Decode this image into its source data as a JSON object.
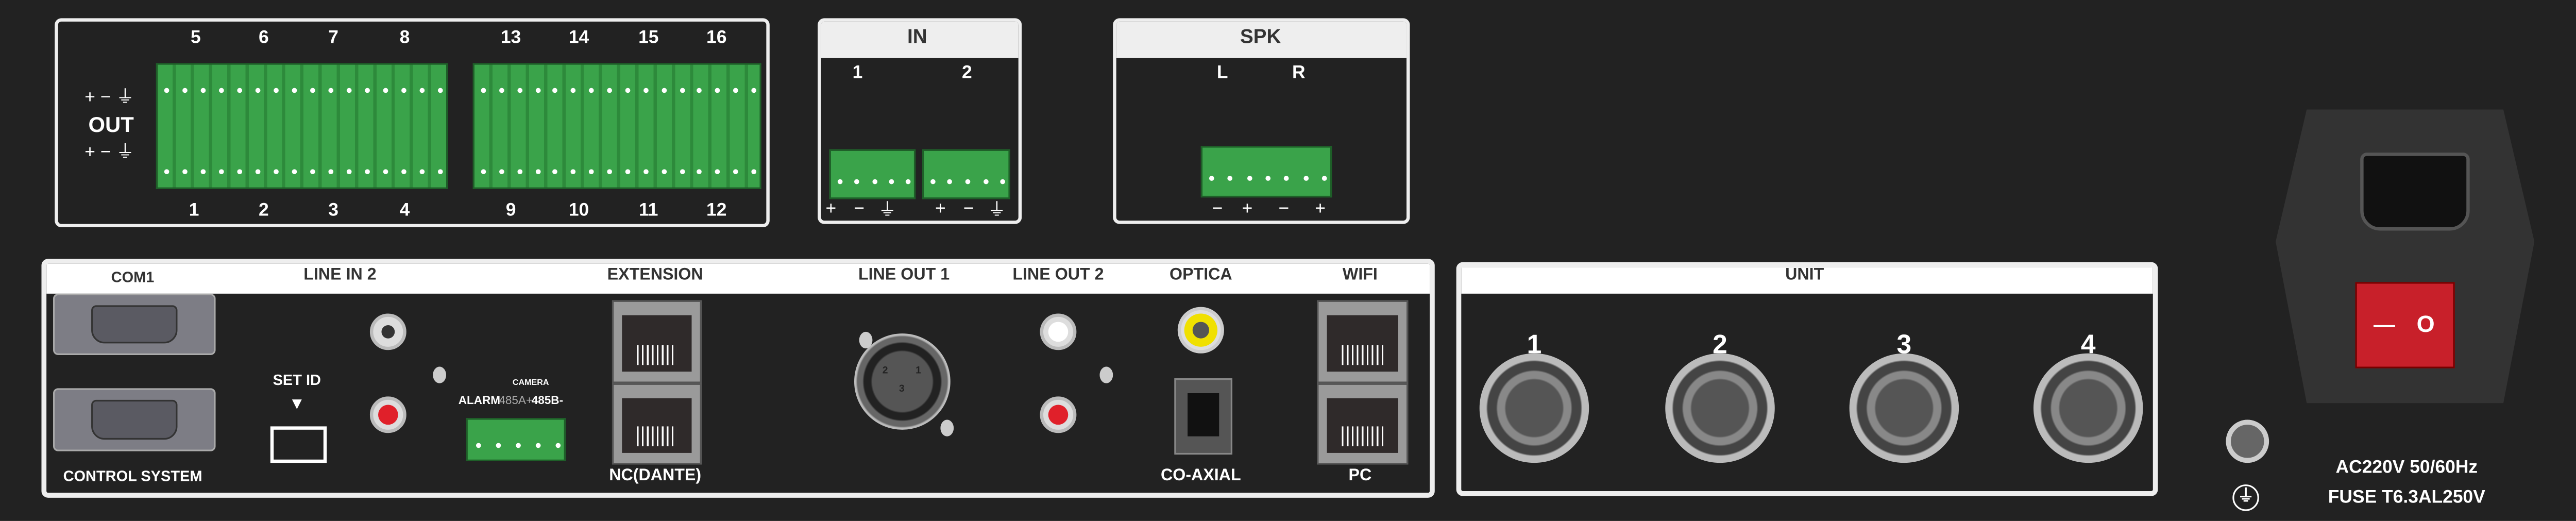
{
  "out_panel": {
    "label": "OUT",
    "polarity_top": "+ − ⏚",
    "polarity_bottom": "+ − ⏚",
    "top_numbers": [
      "5",
      "6",
      "7",
      "8",
      "13",
      "14",
      "15",
      "16"
    ],
    "bottom_numbers": [
      "1",
      "2",
      "3",
      "4",
      "9",
      "10",
      "11",
      "12"
    ]
  },
  "in_panel": {
    "title": "IN",
    "channels": [
      "1",
      "2"
    ],
    "polarity": [
      "+",
      "−",
      "⏚",
      "+",
      "−",
      "⏚"
    ]
  },
  "spk_panel": {
    "title": "SPK",
    "channels": [
      "L",
      "R"
    ],
    "polarity": [
      "−",
      "+",
      "−",
      "+"
    ]
  },
  "io_panel": {
    "com1": "COM1",
    "control_system": "CONTROL SYSTEM",
    "set_id": "SET ID",
    "line_in2": "LINE  IN 2",
    "alarm": "ALARM",
    "rs485a": "485A+",
    "rs485b": "485B-",
    "camera": "CAMERA",
    "extension": "EXTENSION",
    "nc_dante": "NC(DANTE)",
    "line_out1": "LINE OUT 1",
    "line_out2": "LINE OUT 2",
    "optica": "OPTICA",
    "co_axial": "CO-AXIAL",
    "wifi": "WIFI",
    "pc": "PC",
    "xlr_pins": [
      "2",
      "1",
      "3"
    ]
  },
  "unit_panel": {
    "title": "UNIT",
    "ports": [
      "1",
      "2",
      "3",
      "4"
    ]
  },
  "power": {
    "rating": "AC220V 50/60Hz",
    "fuse": "FUSE T6.3AL250V",
    "switch_off": "O",
    "switch_on": "—"
  },
  "colors": {
    "panel": "#222222",
    "terminal_green": "#3aa34a",
    "switch_red": "#c8202a",
    "rca_red": "#e0202a",
    "rca_yellow": "#f0e000"
  }
}
